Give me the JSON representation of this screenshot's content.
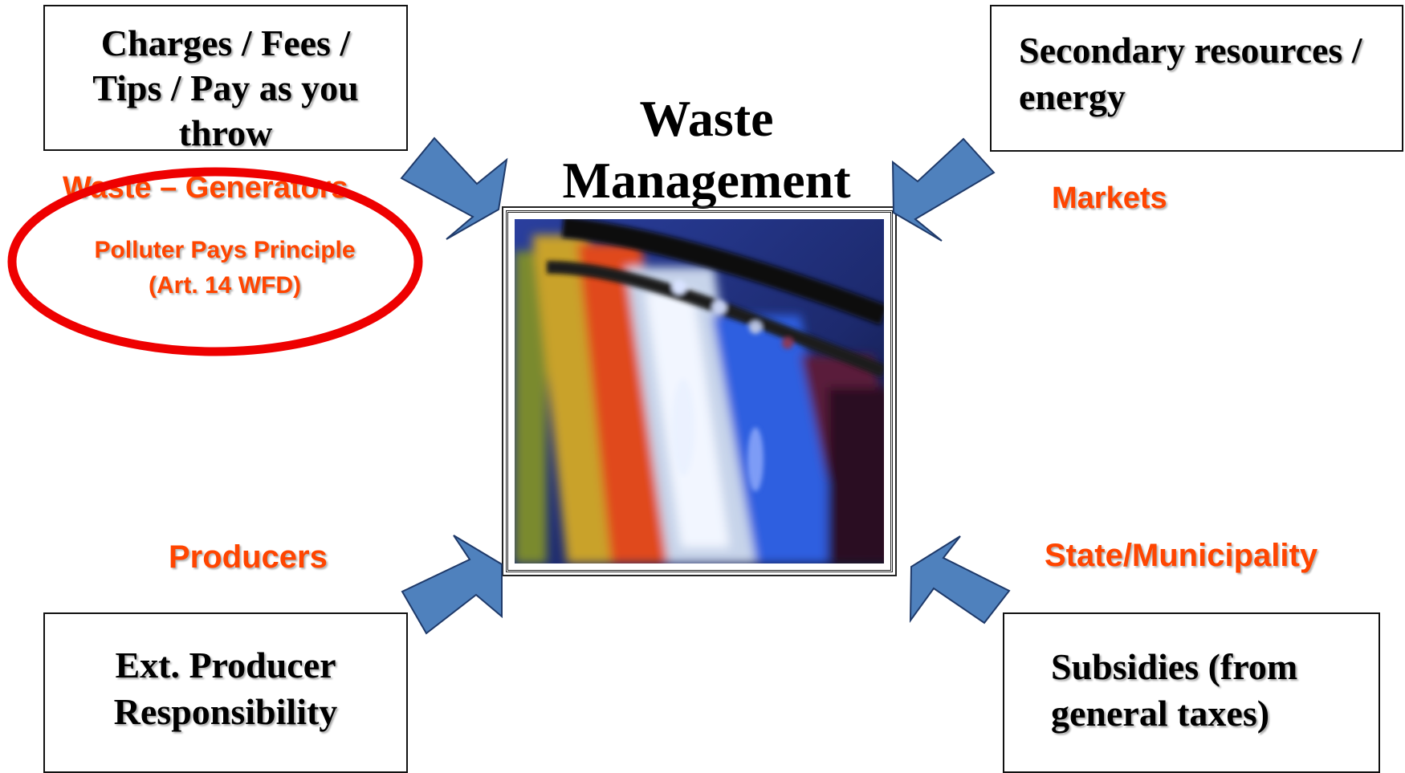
{
  "title": {
    "line1": "Waste",
    "line2": "Management"
  },
  "boxes": {
    "top_left": [
      "Charges / Fees /",
      "Tips / Pay as you",
      "throw"
    ],
    "top_right": [
      "Secondary resources /",
      "energy"
    ],
    "bottom_left": [
      "Ext. Producer",
      "Responsibility"
    ],
    "bottom_right": [
      "Subsidies (from",
      "general taxes)"
    ]
  },
  "labels": {
    "generators": "Waste – Generators",
    "principle_line1": "Polluter Pays Principle",
    "principle_line2": "(Art. 14 WFD)",
    "markets": "Markets",
    "producers": "Producers",
    "state": "State/Municipality"
  },
  "colors": {
    "label": "#ff4500",
    "arrow_fill": "#4f81bd",
    "arrow_stroke": "#1f3a6a",
    "highlight_ellipse": "#ee0000"
  },
  "image": {
    "subject": "row of colored recycling bins photo"
  }
}
